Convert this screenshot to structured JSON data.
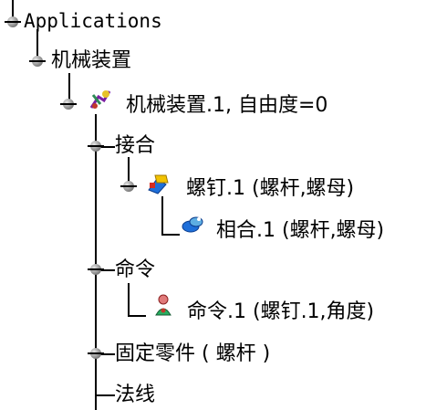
{
  "tree": {
    "root": {
      "label": "Applications"
    },
    "mechanisms": {
      "label": "机械装置"
    },
    "mechanism_1": {
      "label": "机械装置.1, 自由度=0"
    },
    "joints": {
      "label": "接合"
    },
    "screw_joint": {
      "label": "螺钉.1 (螺杆,螺母)"
    },
    "coincidence": {
      "label": "相合.1 (螺杆,螺母)"
    },
    "commands": {
      "label": "命令"
    },
    "command_1": {
      "label": "命令.1 (螺钉.1,角度)"
    },
    "fixed_part": {
      "label": "固定零件 ( 螺杆 )"
    },
    "laws": {
      "label": "法线"
    }
  },
  "icons": {
    "mechanism": "mechanism-icon",
    "screw_joint": "screw-joint-icon",
    "coincidence": "coincidence-icon",
    "command": "command-icon"
  }
}
